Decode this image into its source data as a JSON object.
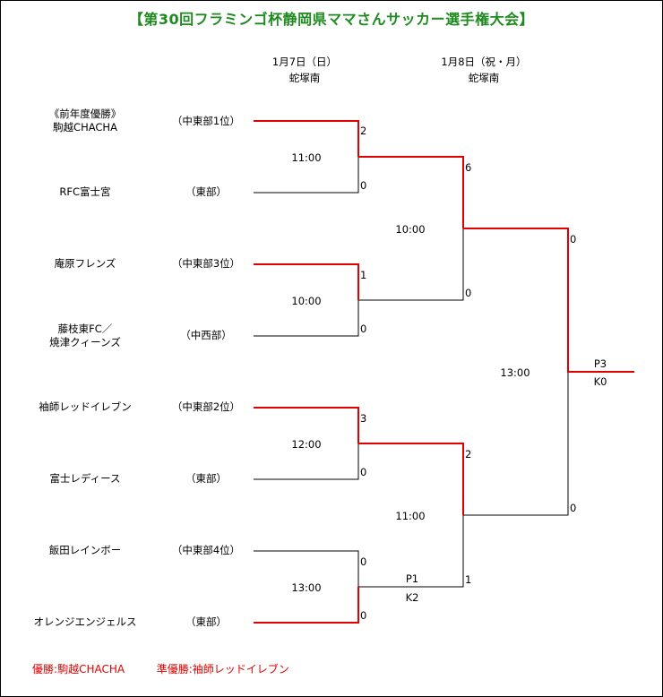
{
  "title": "【第30回フラミンゴ杯静岡県ママさんサッカー選手権大会】",
  "rounds": [
    {
      "date": "1月7日（日）",
      "venue": "蛇塚南"
    },
    {
      "date": "1月8日（祝・月）",
      "venue": "蛇塚南"
    }
  ],
  "teams": [
    {
      "name_line1": "《前年度優勝》",
      "name_line2": "駒越CHACHA",
      "region": "（中東部1位）"
    },
    {
      "name_line1": "RFC富士宮",
      "name_line2": "",
      "region": "（東部）"
    },
    {
      "name_line1": "庵原フレンズ",
      "name_line2": "",
      "region": "（中東部3位）"
    },
    {
      "name_line1": "藤枝東FC／",
      "name_line2": "焼津クィーンズ",
      "region": "（中西部）"
    },
    {
      "name_line1": "袖師レッドイレブン",
      "name_line2": "",
      "region": "（中東部2位）"
    },
    {
      "name_line1": "富士レディース",
      "name_line2": "",
      "region": "（東部）"
    },
    {
      "name_line1": "飯田レインボー",
      "name_line2": "",
      "region": "（中東部4位）"
    },
    {
      "name_line1": "オレンジエンジェルス",
      "name_line2": "",
      "region": "（東部）"
    }
  ],
  "round1": [
    {
      "time": "11:00",
      "score_top": "2",
      "score_bottom": "0"
    },
    {
      "time": "10:00",
      "score_top": "1",
      "score_bottom": "0"
    },
    {
      "time": "12:00",
      "score_top": "3",
      "score_bottom": "0"
    },
    {
      "time": "13:00",
      "score_top": "0",
      "score_bottom": "0",
      "pk_top": "P1",
      "pk_bottom": "K2"
    }
  ],
  "semis": [
    {
      "time": "10:00",
      "score_top": "6",
      "score_bottom": "0"
    },
    {
      "time": "11:00",
      "score_top": "2",
      "score_bottom": "1"
    }
  ],
  "final": {
    "time": "13:00",
    "score_top": "0",
    "score_bottom": "0",
    "pk_top": "P3",
    "pk_bottom": "K0"
  },
  "results": {
    "winner_label": "優勝",
    "winner": "駒越CHACHA",
    "runner_up_label": "準優勝",
    "runner_up": "袖師レッドイレブン"
  },
  "colors": {
    "winner_line": "#e00000",
    "title": "#1f8a1f",
    "result_text": "#e00000"
  }
}
